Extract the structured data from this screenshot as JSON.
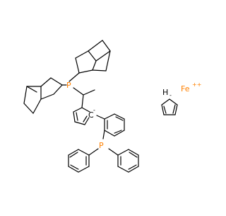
{
  "structure": {
    "atoms": {
      "p_upper": "P",
      "p_lower": "P",
      "carbanion": "C",
      "carbanion_charge": "-",
      "iron": "Fe",
      "iron_charge": "++",
      "cp_h": "H",
      "cp_charge": "-"
    },
    "colors": {
      "bond": "#000000",
      "phosphorus": "#ff8000",
      "iron": "#ff8000",
      "carbanion": "#000000"
    }
  }
}
